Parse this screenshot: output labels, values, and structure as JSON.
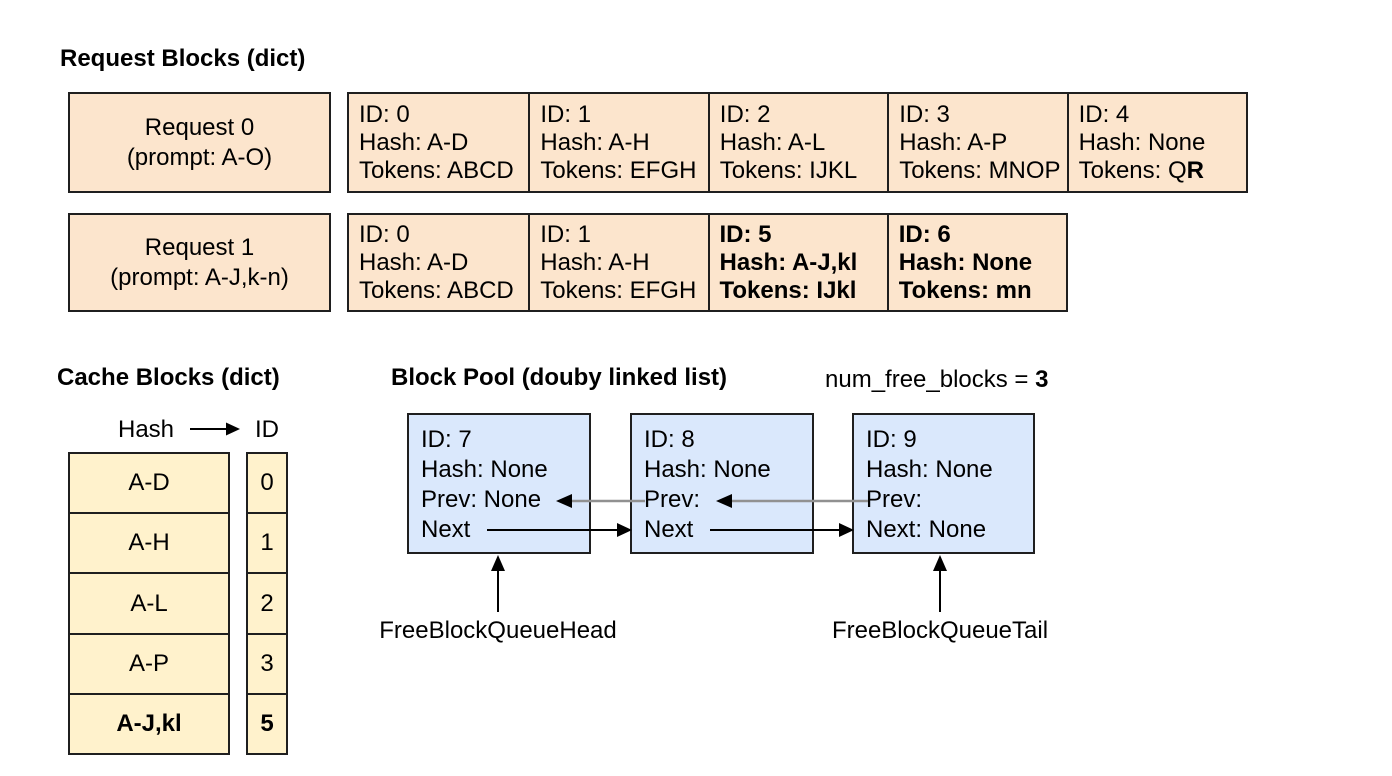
{
  "titles": {
    "request_blocks": "Request Blocks (dict)",
    "cache_blocks": "Cache Blocks (dict)",
    "block_pool": "Block Pool (douby linked list)",
    "num_free_blocks_label": "num_free_blocks = ",
    "num_free_blocks_value": "3"
  },
  "requests": [
    {
      "label_line1": "Request 0",
      "label_line2": "(prompt: A-O)",
      "blocks": [
        {
          "id": "ID: 0",
          "hash": "Hash: A-D",
          "tokens": "Tokens: ABCD"
        },
        {
          "id": "ID: 1",
          "hash": "Hash: A-H",
          "tokens": "Tokens: EFGH"
        },
        {
          "id": "ID: 2",
          "hash": "Hash: A-L",
          "tokens": "Tokens: IJKL"
        },
        {
          "id": "ID: 3",
          "hash": "Hash: A-P",
          "tokens": "Tokens: MNOP"
        },
        {
          "id": "ID: 4",
          "hash": "Hash: None",
          "tokens_prefix": "Tokens: Q",
          "tokens_bold": "R"
        }
      ]
    },
    {
      "label_line1": "Request 1",
      "label_line2": "(prompt: A-J,k-n)",
      "blocks": [
        {
          "id": "ID: 0",
          "hash": "Hash: A-D",
          "tokens": "Tokens: ABCD"
        },
        {
          "id": "ID: 1",
          "hash": "Hash: A-H",
          "tokens": "Tokens: EFGH"
        },
        {
          "id": "ID: 5",
          "hash": "Hash: A-J,kl",
          "tokens": "Tokens: IJkl"
        },
        {
          "id": "ID: 6",
          "hash": "Hash: None",
          "tokens": "Tokens: mn"
        }
      ]
    }
  ],
  "cache_table": {
    "hash_header": "Hash",
    "id_header": "ID",
    "rows": [
      {
        "hash": "A-D",
        "id": "0"
      },
      {
        "hash": "A-H",
        "id": "1"
      },
      {
        "hash": "A-L",
        "id": "2"
      },
      {
        "hash": "A-P",
        "id": "3"
      },
      {
        "hash": "A-J,kl",
        "id": "5"
      }
    ]
  },
  "pool": {
    "blocks": [
      {
        "id": "ID: 7",
        "hash": "Hash: None",
        "prev": "Prev: None",
        "next": "Next"
      },
      {
        "id": "ID: 8",
        "hash": "Hash: None",
        "prev": "Prev:",
        "next": "Next"
      },
      {
        "id": "ID: 9",
        "hash": "Hash: None",
        "prev": "Prev:",
        "next": "Next: None"
      }
    ],
    "head_label": "FreeBlockQueueHead",
    "tail_label": "FreeBlockQueueTail"
  },
  "colors": {
    "request_block_fill": "#fce5cd",
    "cache_block_fill": "#fff2cc",
    "pool_block_fill": "#dae8fc",
    "border": "#1f1f1f",
    "prev_arrow_line": "#919191",
    "arrow": "#000000"
  }
}
